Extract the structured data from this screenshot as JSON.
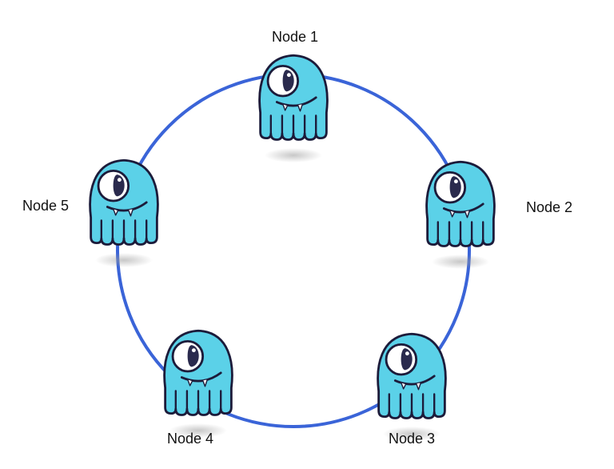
{
  "colors": {
    "ring": "#3a64d8",
    "body": "#5bd1e8",
    "outline": "#1c1b3a",
    "eye_white": "#ffffff",
    "pupil": "#2a2a4d",
    "shadow": "#bdbdbd",
    "label": "#111111"
  },
  "nodes": [
    {
      "id": "node-1",
      "label": "Node 1",
      "icon": "scylla-octopus-mascot-icon"
    },
    {
      "id": "node-2",
      "label": "Node 2",
      "icon": "scylla-octopus-mascot-icon"
    },
    {
      "id": "node-3",
      "label": "Node 3",
      "icon": "scylla-octopus-mascot-icon"
    },
    {
      "id": "node-4",
      "label": "Node 4",
      "icon": "scylla-octopus-mascot-icon"
    },
    {
      "id": "node-5",
      "label": "Node 5",
      "icon": "scylla-octopus-mascot-icon"
    }
  ]
}
